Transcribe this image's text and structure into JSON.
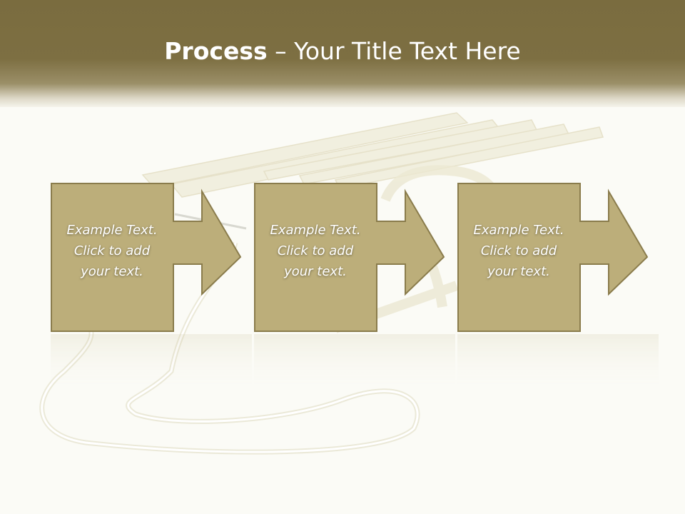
{
  "slide": {
    "title_bold": "Process",
    "title_rest": " – Your Title Text Here"
  },
  "steps": [
    {
      "lines": [
        "Example Text.",
        "Click  to add",
        "your text."
      ]
    },
    {
      "lines": [
        "Example Text.",
        "Click  to add",
        "your text."
      ]
    },
    {
      "lines": [
        "Example Text.",
        "Click  to add",
        "your text."
      ]
    }
  ],
  "colors": {
    "header": "#7d6f42",
    "box_fill": "#bcae7a",
    "box_border": "#8a7c4c",
    "background": "#fbfbf6"
  }
}
